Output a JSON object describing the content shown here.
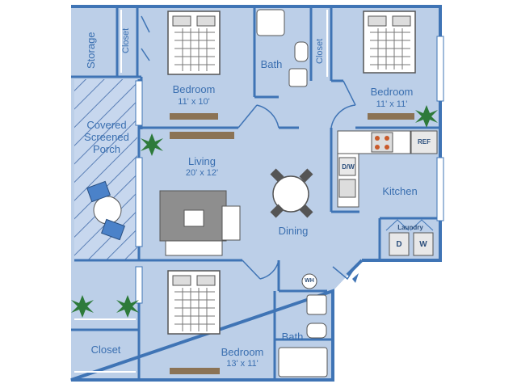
{
  "rooms": {
    "storage": {
      "name": "Storage"
    },
    "closet_top_left": {
      "name": "Closet"
    },
    "bedroom_1": {
      "name": "Bedroom",
      "size": "11' x 10'"
    },
    "bath_1": {
      "name": "Bath"
    },
    "closet_top_right": {
      "name": "Closet"
    },
    "bedroom_2": {
      "name": "Bedroom",
      "size": "11' x 11'"
    },
    "porch": {
      "name_lines": [
        "Covered",
        "Screened",
        "Porch"
      ]
    },
    "living": {
      "name": "Living",
      "size": "20' x 12'"
    },
    "kitchen": {
      "name": "Kitchen"
    },
    "dining": {
      "name": "Dining"
    },
    "laundry": {
      "name": "Laundry"
    },
    "closet_bottom": {
      "name": "Closet"
    },
    "bath_2": {
      "name": "Bath"
    },
    "bedroom_3": {
      "name": "Bedroom",
      "size": "13' x 11'"
    }
  },
  "fixtures": {
    "refrigerator": "REF",
    "dishwasher": "D/W",
    "dryer": "D",
    "washer": "W",
    "water_heater": "WH"
  },
  "colors": {
    "floor": "#bccfe8",
    "wall": "#3f74b5",
    "text": "#3a6fb0",
    "furniture": "#ffffff",
    "plant": "#2d7a3a"
  }
}
